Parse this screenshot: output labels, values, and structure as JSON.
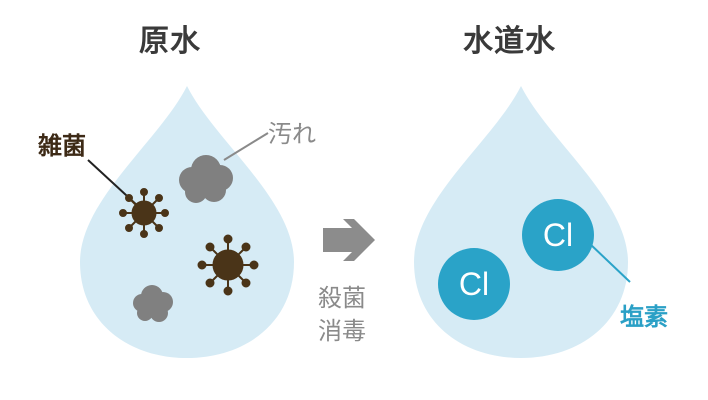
{
  "titles": {
    "left": "原水",
    "right": "水道水"
  },
  "labels": {
    "bacteria": "雑菌",
    "dirt": "汚れ",
    "chlorine": "塩素"
  },
  "process": {
    "line1": "殺菌",
    "line2": "消毒"
  },
  "chlorine_atoms": [
    "Cl",
    "Cl"
  ],
  "colors": {
    "drop": "#d6ebf5",
    "bacteria": "#4a3418",
    "dirt": "#808080",
    "chlorine": "#2aa3c8",
    "arrow": "#8c8c8c",
    "text": "#3a3a3a"
  }
}
